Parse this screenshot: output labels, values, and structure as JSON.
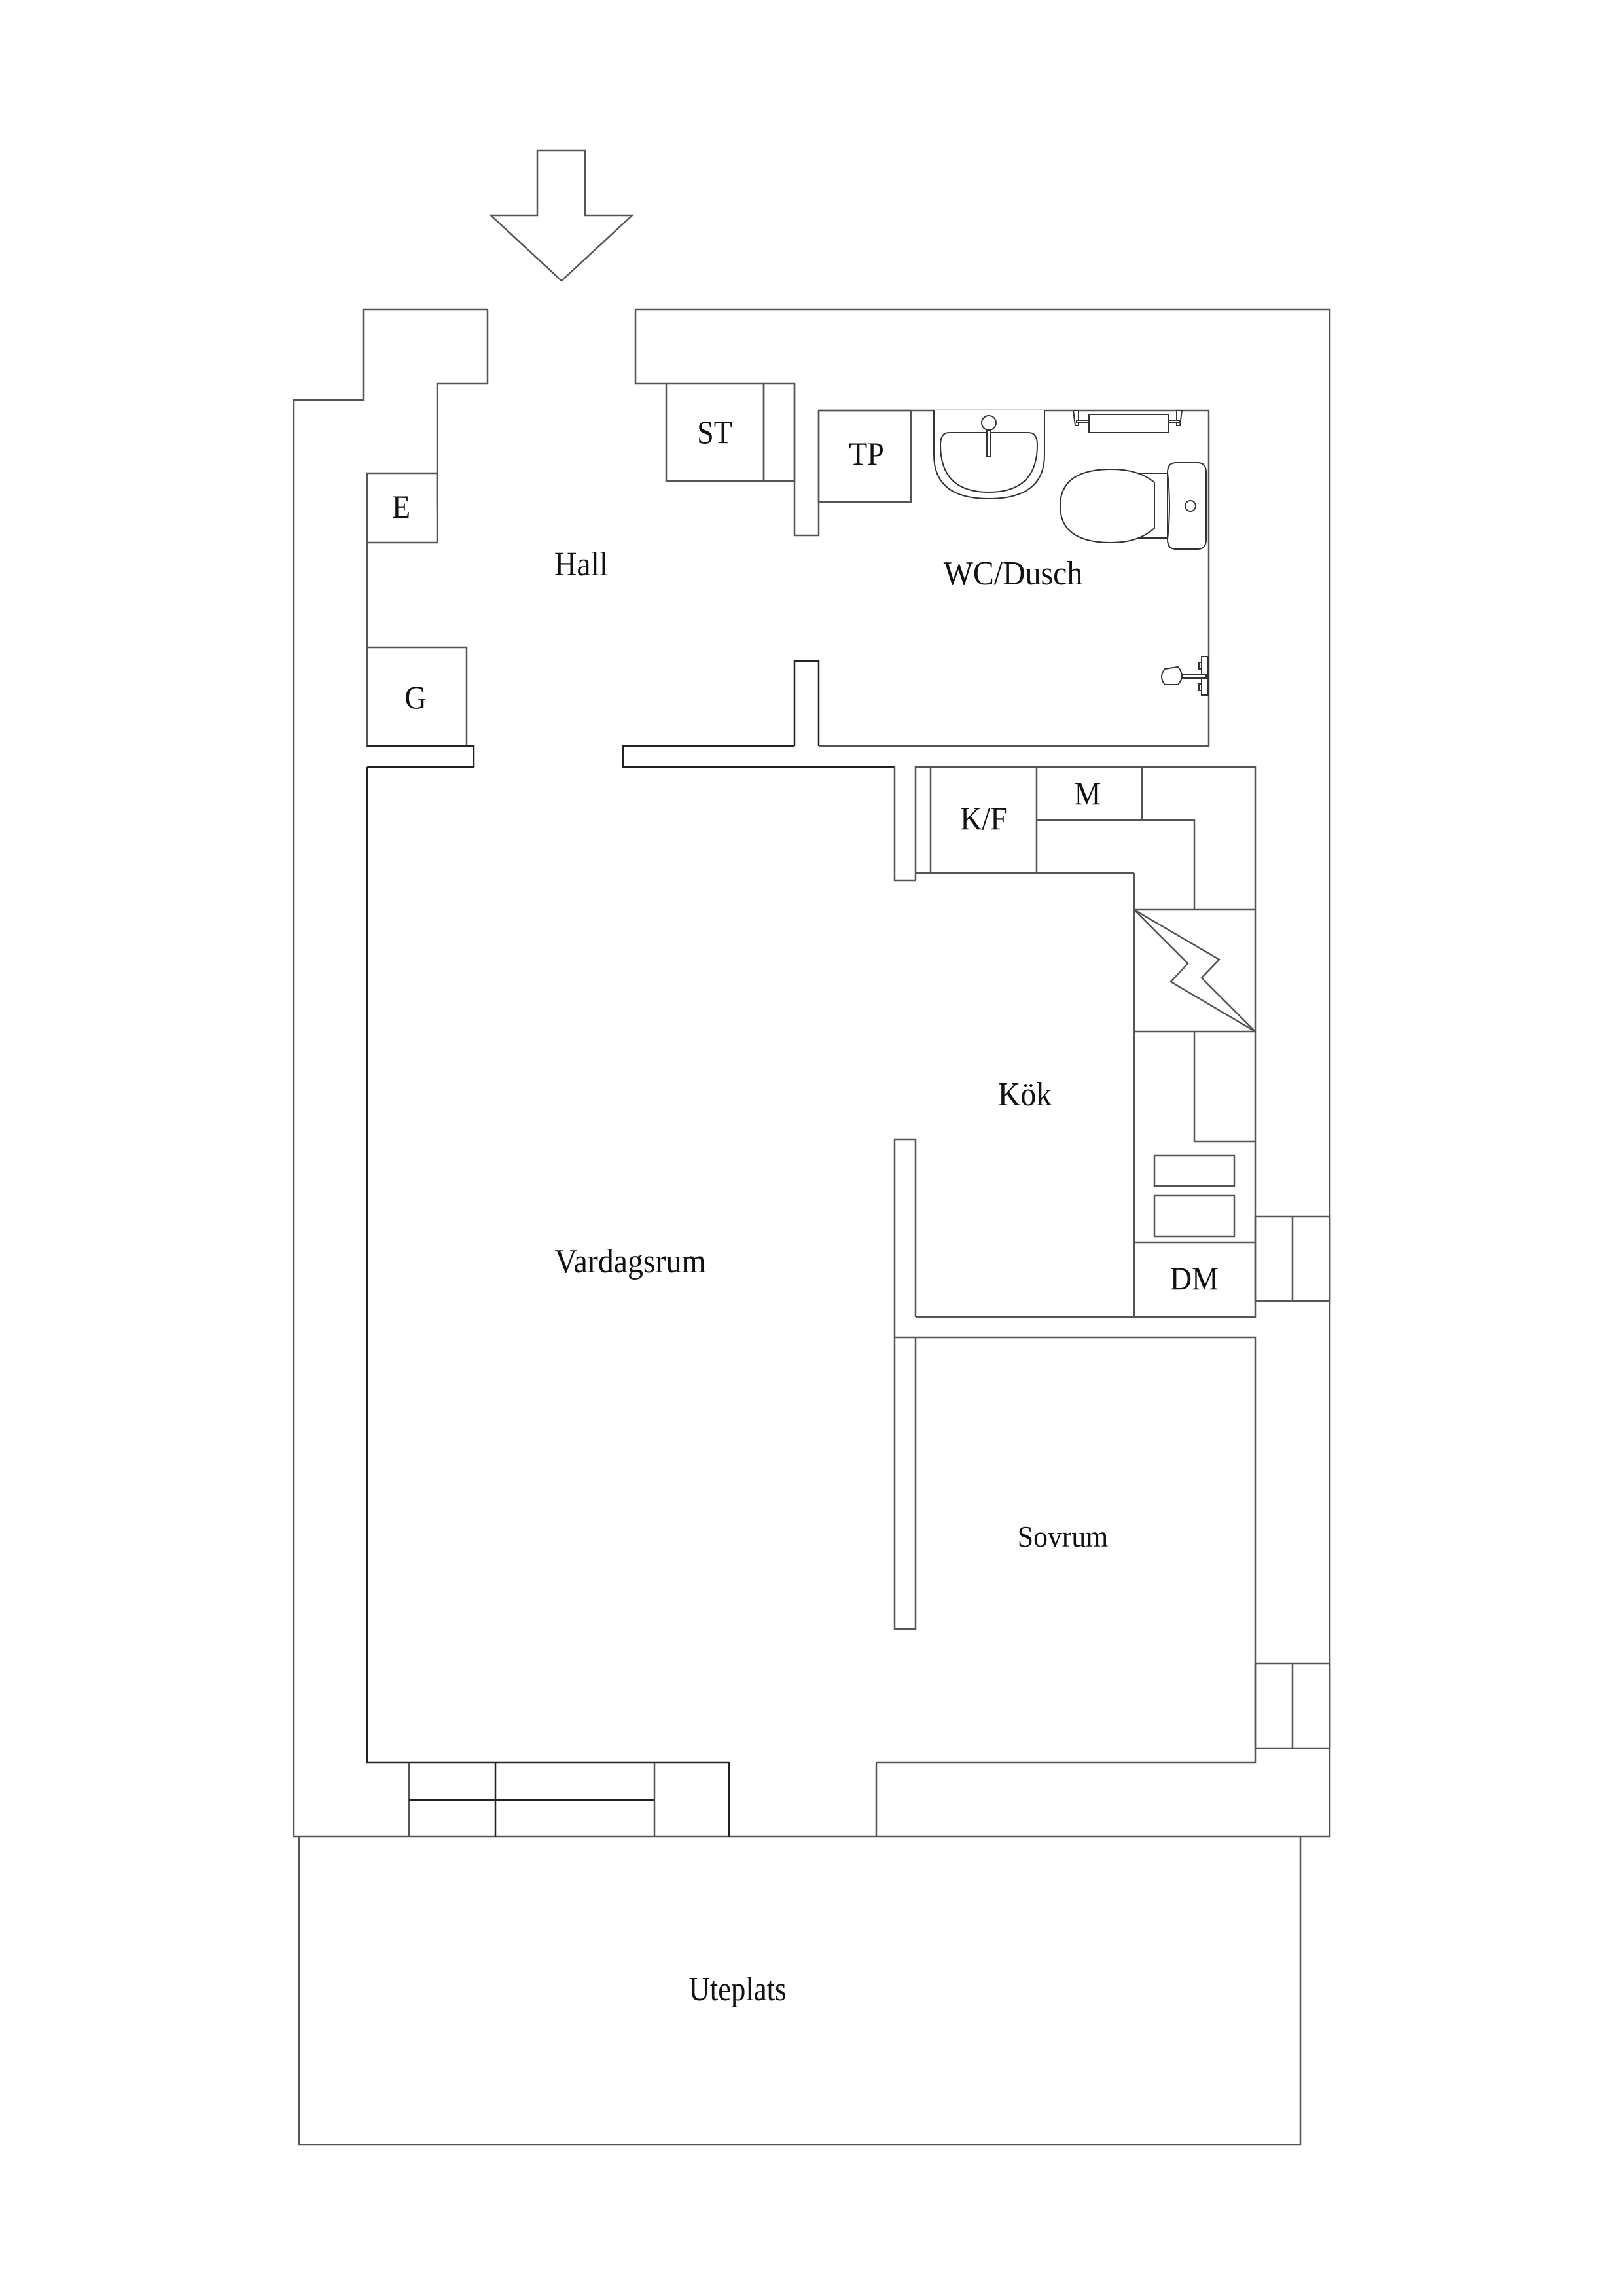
{
  "plan": {
    "entrance_arrow": "entrance-arrow-icon",
    "rooms": {
      "hall": "Hall",
      "wc": "WC/Dusch",
      "kitchen": "Kök",
      "living": "Vardagsrum",
      "bedroom": "Sovrum",
      "terrace": "Uteplats"
    },
    "fixtures": {
      "st": "ST",
      "tp": "TP",
      "e": "E",
      "g": "G",
      "kf": "K/F",
      "m": "M",
      "dm": "DM"
    },
    "colors": {
      "line": "#555555",
      "text": "#111111",
      "background": "#ffffff"
    }
  }
}
